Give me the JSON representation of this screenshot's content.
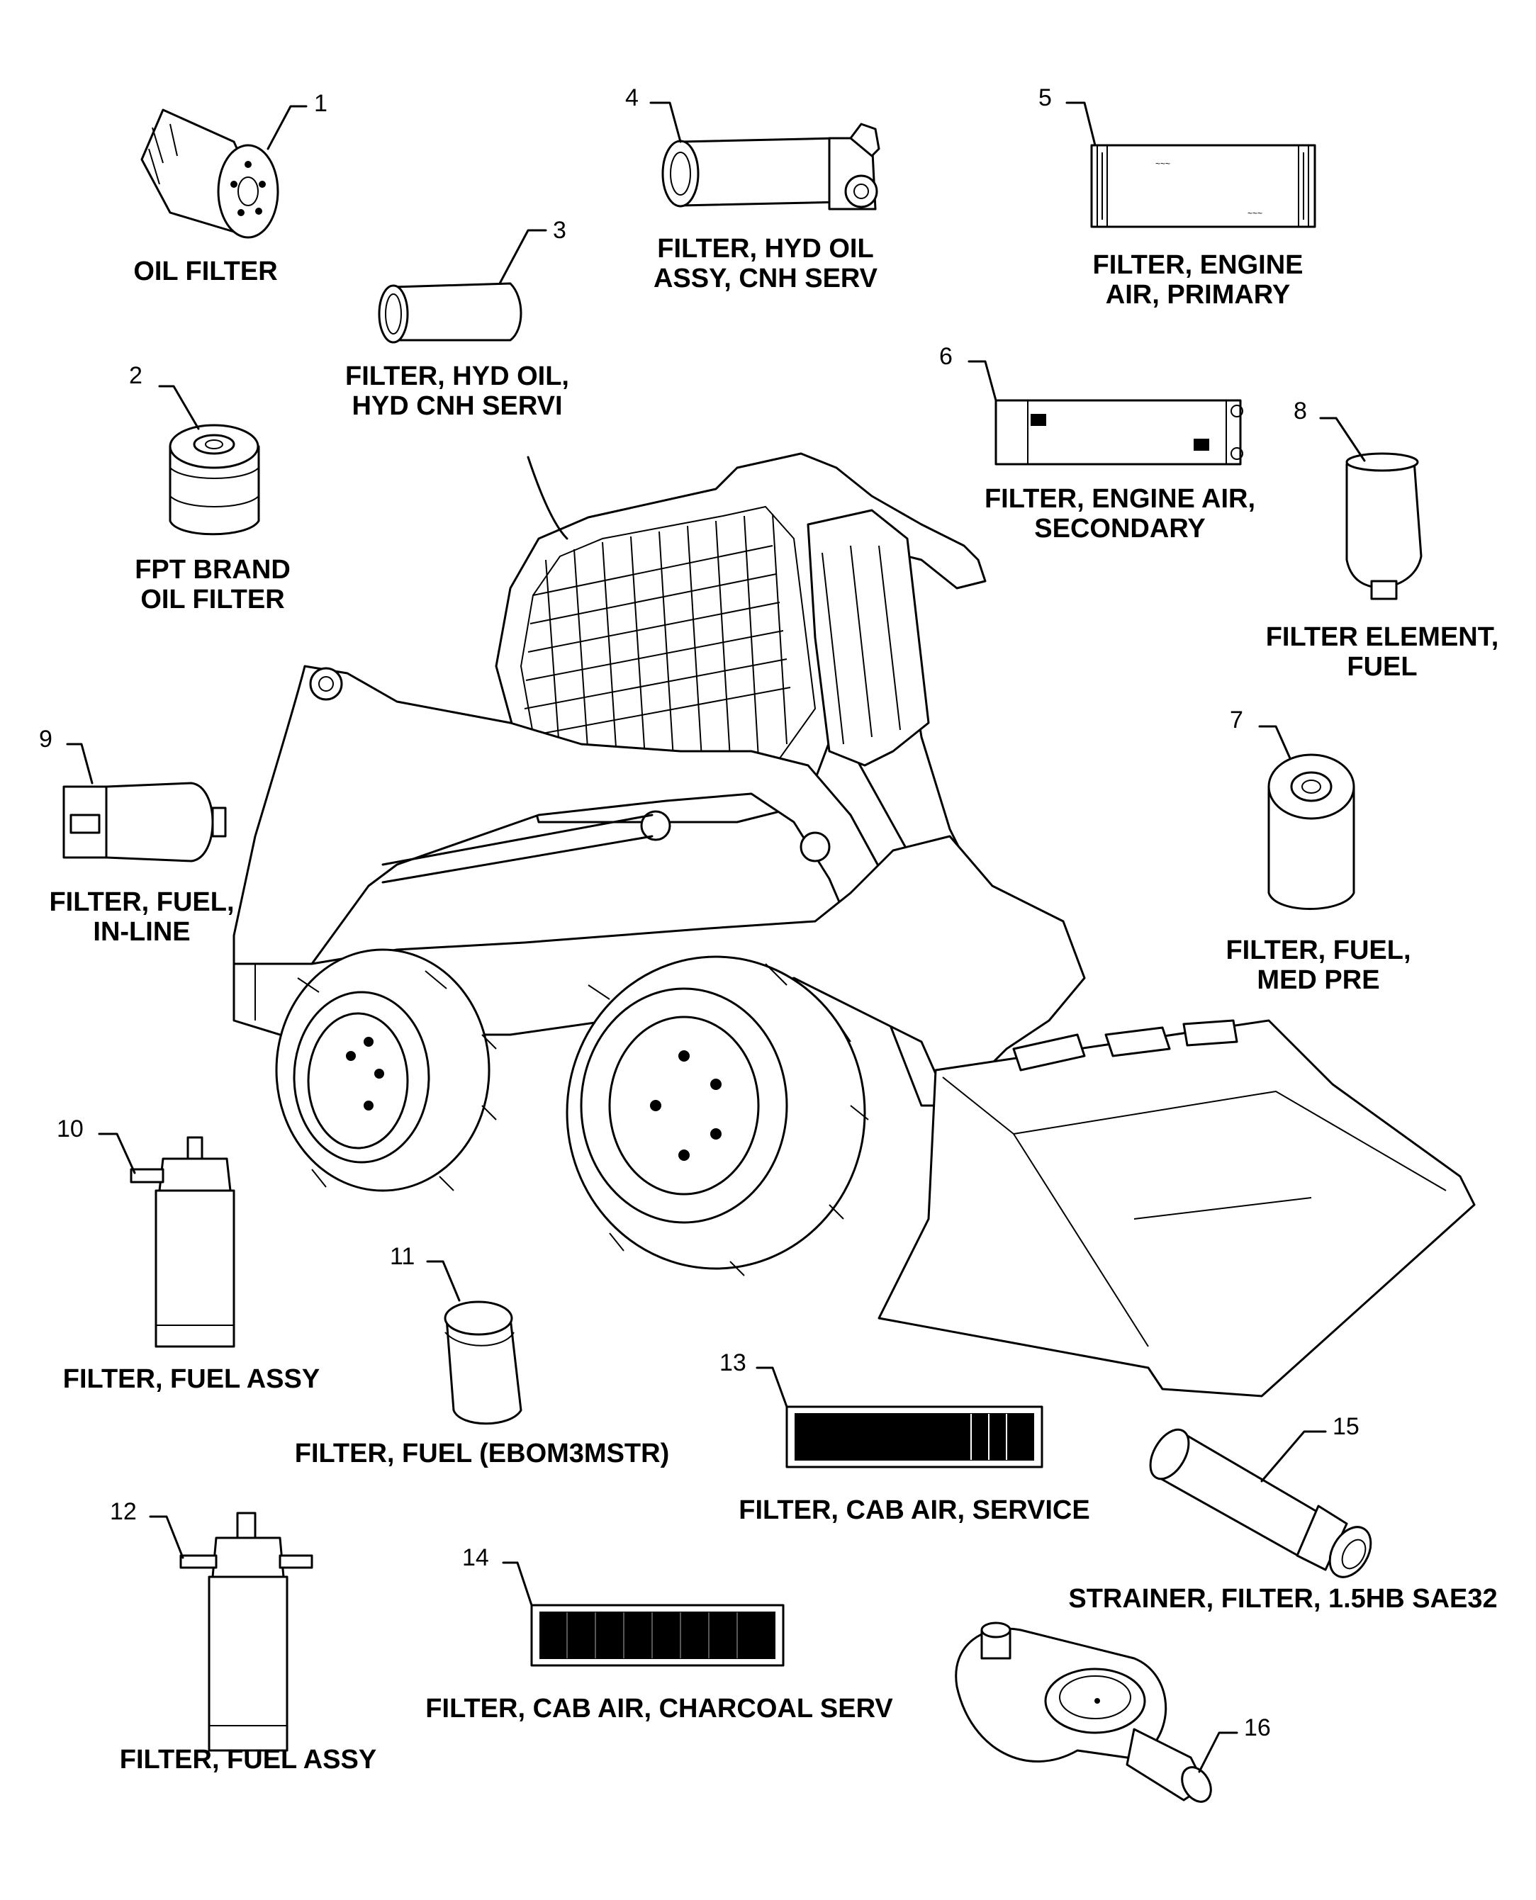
{
  "parts": [
    {
      "callout": "1",
      "label_lines": [
        "OIL FILTER"
      ],
      "icon": "spin-on-oil-filter-icon"
    },
    {
      "callout": "2",
      "label_lines": [
        "FPT BRAND",
        "OIL FILTER"
      ],
      "icon": "spin-on-oil-filter-icon"
    },
    {
      "callout": "3",
      "label_lines": [
        "FILTER, HYD OIL,",
        "HYD CNH SERVI"
      ],
      "icon": "cartridge-filter-icon"
    },
    {
      "callout": "4",
      "label_lines": [
        "FILTER, HYD OIL",
        "ASSY, CNH SERV"
      ],
      "icon": "hydraulic-filter-assembly-icon"
    },
    {
      "callout": "5",
      "label_lines": [
        "FILTER, ENGINE",
        "AIR, PRIMARY"
      ],
      "icon": "air-filter-element-icon"
    },
    {
      "callout": "6",
      "label_lines": [
        "FILTER, ENGINE AIR,",
        "SECONDARY"
      ],
      "icon": "air-filter-element-icon"
    },
    {
      "callout": "7",
      "label_lines": [
        "FILTER, FUEL,",
        "MED PRE"
      ],
      "icon": "spin-on-fuel-filter-icon"
    },
    {
      "callout": "8",
      "label_lines": [
        "FILTER ELEMENT,",
        "FUEL"
      ],
      "icon": "fuel-filter-element-icon"
    },
    {
      "callout": "9",
      "label_lines": [
        "FILTER, FUEL,",
        "IN-LINE"
      ],
      "icon": "inline-fuel-filter-icon"
    },
    {
      "callout": "10",
      "label_lines": [
        "FILTER, FUEL ASSY"
      ],
      "icon": "fuel-filter-assembly-icon"
    },
    {
      "callout": "11",
      "label_lines": [
        "FILTER, FUEL (EBOM3MSTR)"
      ],
      "icon": "spin-on-fuel-filter-icon"
    },
    {
      "callout": "12",
      "label_lines": [
        "FILTER, FUEL ASSY"
      ],
      "icon": "fuel-filter-assembly-icon"
    },
    {
      "callout": "13",
      "label_lines": [
        "FILTER, CAB AIR, SERVICE"
      ],
      "icon": "cab-air-filter-panel-icon"
    },
    {
      "callout": "14",
      "label_lines": [
        "FILTER, CAB AIR, CHARCOAL SERV"
      ],
      "icon": "cab-air-filter-panel-icon"
    },
    {
      "callout": "15",
      "label_lines": [
        "STRAINER, FILTER, 1.5HB SAE32"
      ],
      "icon": "strainer-filter-icon"
    },
    {
      "callout": "16",
      "label_lines": [],
      "icon": "pre-cleaner-housing-icon"
    }
  ],
  "machine": {
    "icon": "skid-steer-loader-icon"
  }
}
